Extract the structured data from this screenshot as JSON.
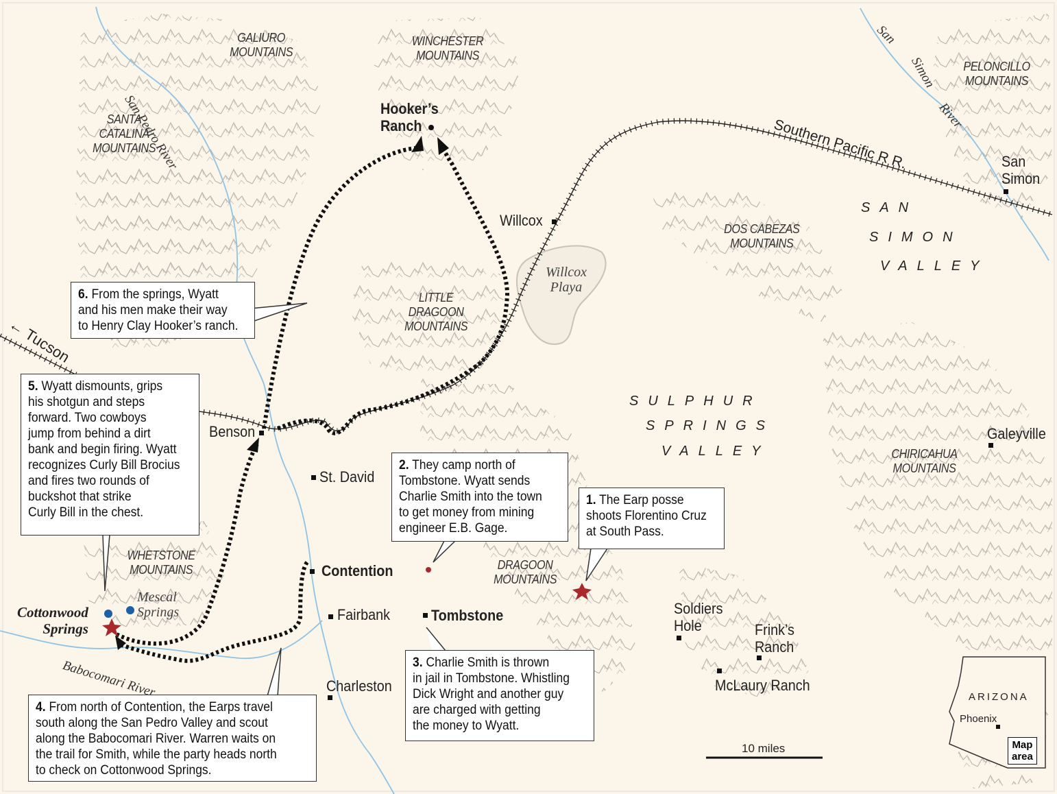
{
  "mountains": {
    "galiuro": "GALIURO\nMOUNTAINS",
    "winchester": "WINCHESTER\nMOUNTAINS",
    "peloncillo": "PELONCILLO\nMOUNTAINS",
    "santa_catalina": "SANTA\nCATALINA\nMOUNTAINS",
    "dos_cabezas": "DOS CABEZAS\nMOUNTAINS",
    "little_dragoon": "LITTLE\nDRAGOON\nMOUNTAINS",
    "chiricahua": "CHIRICAHUA\nMOUNTAINS",
    "whetstone": "WHETSTONE\nMOUNTAINS",
    "dragoon": "DRAGOON\nMOUNTAINS"
  },
  "rivers": {
    "san_pedro": "San Pedro River",
    "san_simon_1": "San",
    "san_simon_2": "Simon",
    "san_simon_3": "River",
    "babocomari": "Babocomari River"
  },
  "features": {
    "railroad": "Southern Pacific R R.",
    "tucson": "← Tucson",
    "willcox_playa": "Willcox\nPlaya",
    "mescal_springs": "Mescal\nSprings"
  },
  "valleys": {
    "san_simon_1": "SAN",
    "san_simon_2": "SIMON",
    "san_simon_3": "VALLEY",
    "sulphur_1": "SULPHUR",
    "sulphur_2": "SPRINGS",
    "sulphur_3": "VALLEY"
  },
  "places": {
    "hookers_ranch": "Hooker’s\nRanch",
    "willcox": "Willcox",
    "san_simon": "San\nSimon",
    "benson": "Benson",
    "st_david": "St. David",
    "galeyville": "Galeyville",
    "contention": "Contention",
    "fairbank": "Fairbank",
    "tombstone": "Tombstone",
    "charleston": "Charleston",
    "soldiers_hole": "Soldiers\nHole",
    "frinks_ranch": "Frink’s\nRanch",
    "mclaury_ranch": "McLaury Ranch",
    "cottonwood_springs": "Cottonwood\nSprings"
  },
  "callouts": [
    {
      "num": "1.",
      "text": "The Earp posse\nshoots Florentino Cruz\nat South Pass."
    },
    {
      "num": "2.",
      "text": "They camp north of\nTombstone. Wyatt sends\nCharlie Smith into the town\nto get money from mining\nengineer E.B. Gage."
    },
    {
      "num": "3.",
      "text": "Charlie Smith is thrown\nin jail in Tombstone. Whistling\nDick Wright and another guy\nare charged with getting\nthe money to Wyatt."
    },
    {
      "num": "4.",
      "text": "From north of Contention, the Earps travel\nsouth along the San Pedro Valley and scout\nalong the Babocomari River. Warren waits on\nthe trail for Smith, while the party heads north\nto check on Cottonwood Springs."
    },
    {
      "num": "5.",
      "text": "Wyatt dismounts, grips\nhis shotgun and steps\nforward. Two cowboys\njump from behind a dirt\nbank and begin firing. Wyatt\nrecognizes Curly Bill Brocius\nand fires two rounds of\nbuckshot that strike\nCurly Bill in the chest."
    },
    {
      "num": "6.",
      "text": "From the springs, Wyatt\nand his men make their way\nto Henry Clay Hooker’s ranch."
    }
  ],
  "scale": {
    "label": "10 miles"
  },
  "inset": {
    "state": "ARIZONA",
    "city": "Phoenix",
    "map_area": "Map\narea"
  },
  "colors": {
    "background": "#fbf5ea",
    "water": "#8ec3e6",
    "mountain": "#b8b3ac",
    "route": "#111111",
    "shootout_star": "#a8282c",
    "spring_dot": "#1f5fa8"
  },
  "icons": {
    "shootout": "star-icon",
    "town": "square-marker",
    "spring": "blue-dot",
    "camp": "red-dot"
  }
}
